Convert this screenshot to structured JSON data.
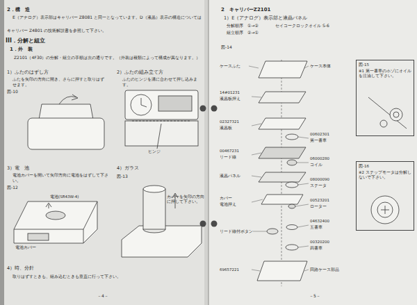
{
  "diagram": {
    "nodes": [
      {
        "text": [
          "図-15",
          "※1 第一番車のホゾにオイルを注油して下さい。"
        ]
      },
      {
        "text": [
          "図-16",
          "※2 ステップモータは分解しないで下さい。"
        ]
      }
    ],
    "labels": [
      "2．構　造",
      "E（アナログ）表示部はキャリバー Z8081 と同一となっています。D（液晶）表示の構造については",
      "キャリバー Z4801 の技術解説書を参照して下さい。",
      "III．分解と組立",
      "1．外　装",
      "Z2101（4F30）の分解・組立の手順は次の通りです。（外装は種類によって構成が異なります。）",
      "1）ふたのはずし方",
      "ふたを矢印の方向に開き、さらに押すと取りはずせます。",
      "2）ふたの組み立て方",
      "ふたのヒンジを溝に合わせて押し込みます。",
      "図-10",
      "ヒンジ",
      "3）電　池",
      "電池カバーを開いて矢印方向に電池をはずして下さい。",
      "図-12",
      "電池(SR43W-4)",
      "電池カバー",
      "4）ガラス",
      "図-13",
      "カバーを矢印の方向に押して下さい。",
      "4）時、分針",
      "取りはずすときも、組み込むときも垂直に行って下さい。",
      "－4－",
      "2　キャリバーZ2101",
      "1）E（アナログ）表示部と液晶パネル",
      "分解順序　①→②",
      "セイコークロックオイル S-6",
      "組立順序　②→①",
      "図-14",
      "ケースふた",
      "14#01231",
      "液晶板押え",
      "02327321",
      "液晶板",
      "00467231",
      "リード線",
      "液晶パネル",
      "カバー",
      "電池押え",
      "リード線付ボタン",
      "69657221",
      "ケース本体",
      "00602301",
      "第一番車",
      "06000280",
      "コイル",
      "08000090",
      "ステータ",
      "00523201",
      "ローター",
      "04632400",
      "五番車",
      "00320200",
      "四番車",
      "回路ケース部品",
      "－5－"
    ]
  }
}
